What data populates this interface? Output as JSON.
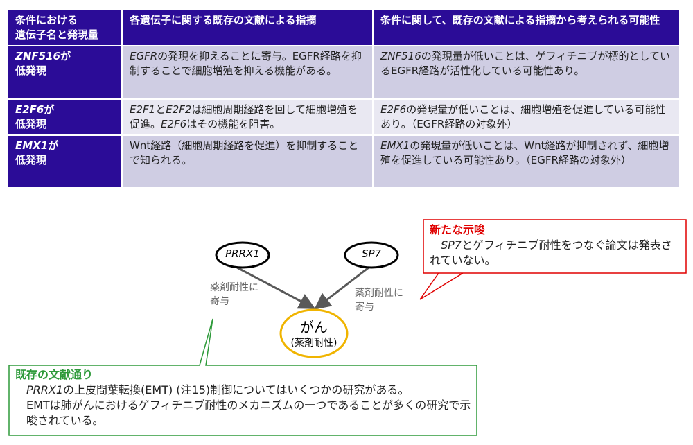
{
  "table": {
    "headers": [
      "条件における\n遺伝子名と発現量",
      "各遺伝子に関する既存の文献による指摘",
      "条件に関して、既存の文献による指摘から考えられる可能性"
    ],
    "rows": [
      {
        "gene": "ZNF516",
        "gene_suffix": "が",
        "level": "低発現",
        "lit": [
          {
            "t": "EGFR",
            "i": true
          },
          {
            "t": "の発現を抑えることに寄与。EGFR経路を抑制することで細胞増殖を抑える機能がある。"
          }
        ],
        "poss": [
          {
            "t": "ZNF516",
            "i": true
          },
          {
            "t": "の発現量が低いことは、ゲフィチニブが標的としているEGFR経路が活性化している可能性あり。"
          }
        ]
      },
      {
        "gene": "E2F6",
        "gene_suffix": "が",
        "level": "低発現",
        "lit": [
          {
            "t": "E2F1",
            "i": true
          },
          {
            "t": "と"
          },
          {
            "t": "E2F2",
            "i": true
          },
          {
            "t": "は細胞周期経路を回して細胞増殖を促進。"
          },
          {
            "t": "E2F6",
            "i": true
          },
          {
            "t": "はその機能を阻害。"
          }
        ],
        "poss": [
          {
            "t": "E2F6",
            "i": true
          },
          {
            "t": "の発現量が低いことは、細胞増殖を促進している可能性あり。（EGFR経路の対象外）"
          }
        ]
      },
      {
        "gene": "EMX1",
        "gene_suffix": "が",
        "level": "低発現",
        "lit": [
          {
            "t": "Wnt経路（細胞周期経路を促進）を抑制することで知られる。"
          }
        ],
        "poss": [
          {
            "t": "EMX1",
            "i": true
          },
          {
            "t": "の発現量が低いことは、Wnt経路が抑制されず、細胞増殖を促進している可能性あり。（EGFR経路の対象外）"
          }
        ]
      }
    ]
  },
  "diagram": {
    "node_prrx1": "PRRX1",
    "node_sp7": "SP7",
    "cancer": "がん",
    "cancer_sub": "(薬剤耐性)",
    "edge_label_left": "薬剤耐性に\n寄与",
    "edge_label_right": "薬剤耐性に\n寄与",
    "new_title": "新たな示唆",
    "new_gene": "SP7",
    "new_text": "とゲフィチニブ耐性をつなぐ論文は発表されていない。",
    "existing_title": "既存の文献通り",
    "existing_gene": "PRRX1",
    "existing_text1": "の上皮間葉転換(EMT) (注15)制御についてはいくつかの研究がある。",
    "existing_text2": "EMTは肺がんにおけるゲフィチニブ耐性のメカニズムの一つであることが多くの研究で示唆されている。"
  },
  "colors": {
    "header": "#2b0c97",
    "red": "#e00000",
    "green": "#2e9a3a",
    "gold": "#f0b400"
  }
}
